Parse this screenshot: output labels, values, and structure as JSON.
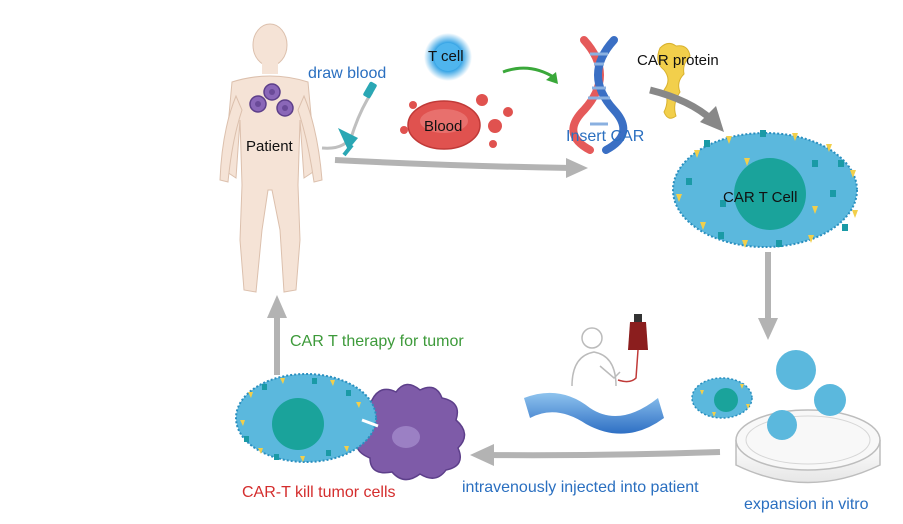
{
  "labels": {
    "patient": "Patient",
    "draw_blood": "draw blood",
    "t_cell": "T cell",
    "blood": "Blood",
    "insert_car": "Insert CAR",
    "car_protein": "CAR protein",
    "car_t_cell": "CAR T Cell",
    "expansion": "expansion in vitro",
    "injected": "intravenously injected into patient",
    "kill": "CAR-T kill tumor cells",
    "therapy": "CAR T therapy for tumor"
  },
  "colors": {
    "arrow_gray": "#b3b3b3",
    "arrow_green": "#3aa83a",
    "cell_blue": "#5bb8dd",
    "nucleus_teal": "#1aa39b",
    "tumor_purple": "#7e5ba8",
    "blood_red": "#e0524f",
    "receptor_yellow": "#f2cf4b",
    "receptor_teal": "#1a9aa6",
    "skin": "#f5e3d6"
  },
  "icons": [
    "patient-body-icon",
    "syringe-icon",
    "dna-helix-icon",
    "car-protein-icon",
    "petri-dish-icon",
    "iv-bag-icon",
    "blood-vessel-icon",
    "tumor-cell-icon"
  ]
}
